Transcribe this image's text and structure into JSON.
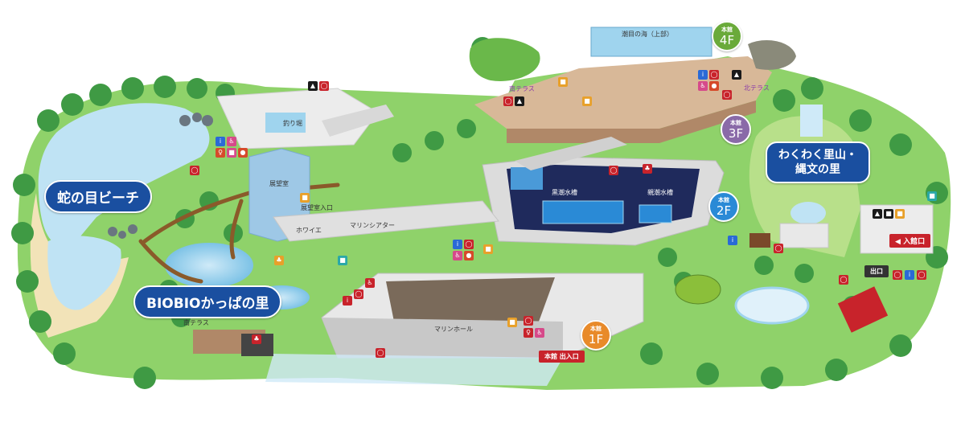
{
  "labels": {
    "beach": "蛇の目ビーチ",
    "kappa": "BIOBIOかっぱの里",
    "satoyama": "わくわく里山・\n縄文の里",
    "tsuribori": "釣り堀",
    "tenbo": "展望室",
    "tenbo_entrance": "展望室入口",
    "foyer": "ホワイエ",
    "marine_theater": "マリンシアター",
    "minami_terrace_left": "南テラス",
    "marine_hall": "マリンホール",
    "kuroshio": "黒潮水槽",
    "oyashio": "親潮水槽",
    "shiome": "潮目の海（上部）",
    "minami_terrace_top": "南テラス",
    "kita_terrace": "北テラス",
    "entrance_main": "本館 出入口",
    "entrance": "入館口",
    "exit": "出口"
  },
  "floors": [
    {
      "title": "本館",
      "floor": "4F",
      "color": "#6aaa3a"
    },
    {
      "title": "本館",
      "floor": "3F",
      "color": "#8a6aa8"
    },
    {
      "title": "本館",
      "floor": "2F",
      "color": "#2a8ad6"
    },
    {
      "title": "本館",
      "floor": "1F",
      "color": "#e88a2a"
    }
  ],
  "colors": {
    "navy": "#1a4fa0",
    "grass": "#8fd26a",
    "tree": "#3f9a44",
    "water": "#9fd4ee",
    "sand": "#f2e3b8",
    "path": "#8a5a2a",
    "building": "#e8e8e8",
    "red": "#c8232b"
  },
  "icons": [
    "restroom-icon",
    "accessible-icon",
    "nursing-icon",
    "coin-locker-icon",
    "restaurant-icon",
    "shop-icon",
    "stroller-icon",
    "elevator-icon"
  ]
}
